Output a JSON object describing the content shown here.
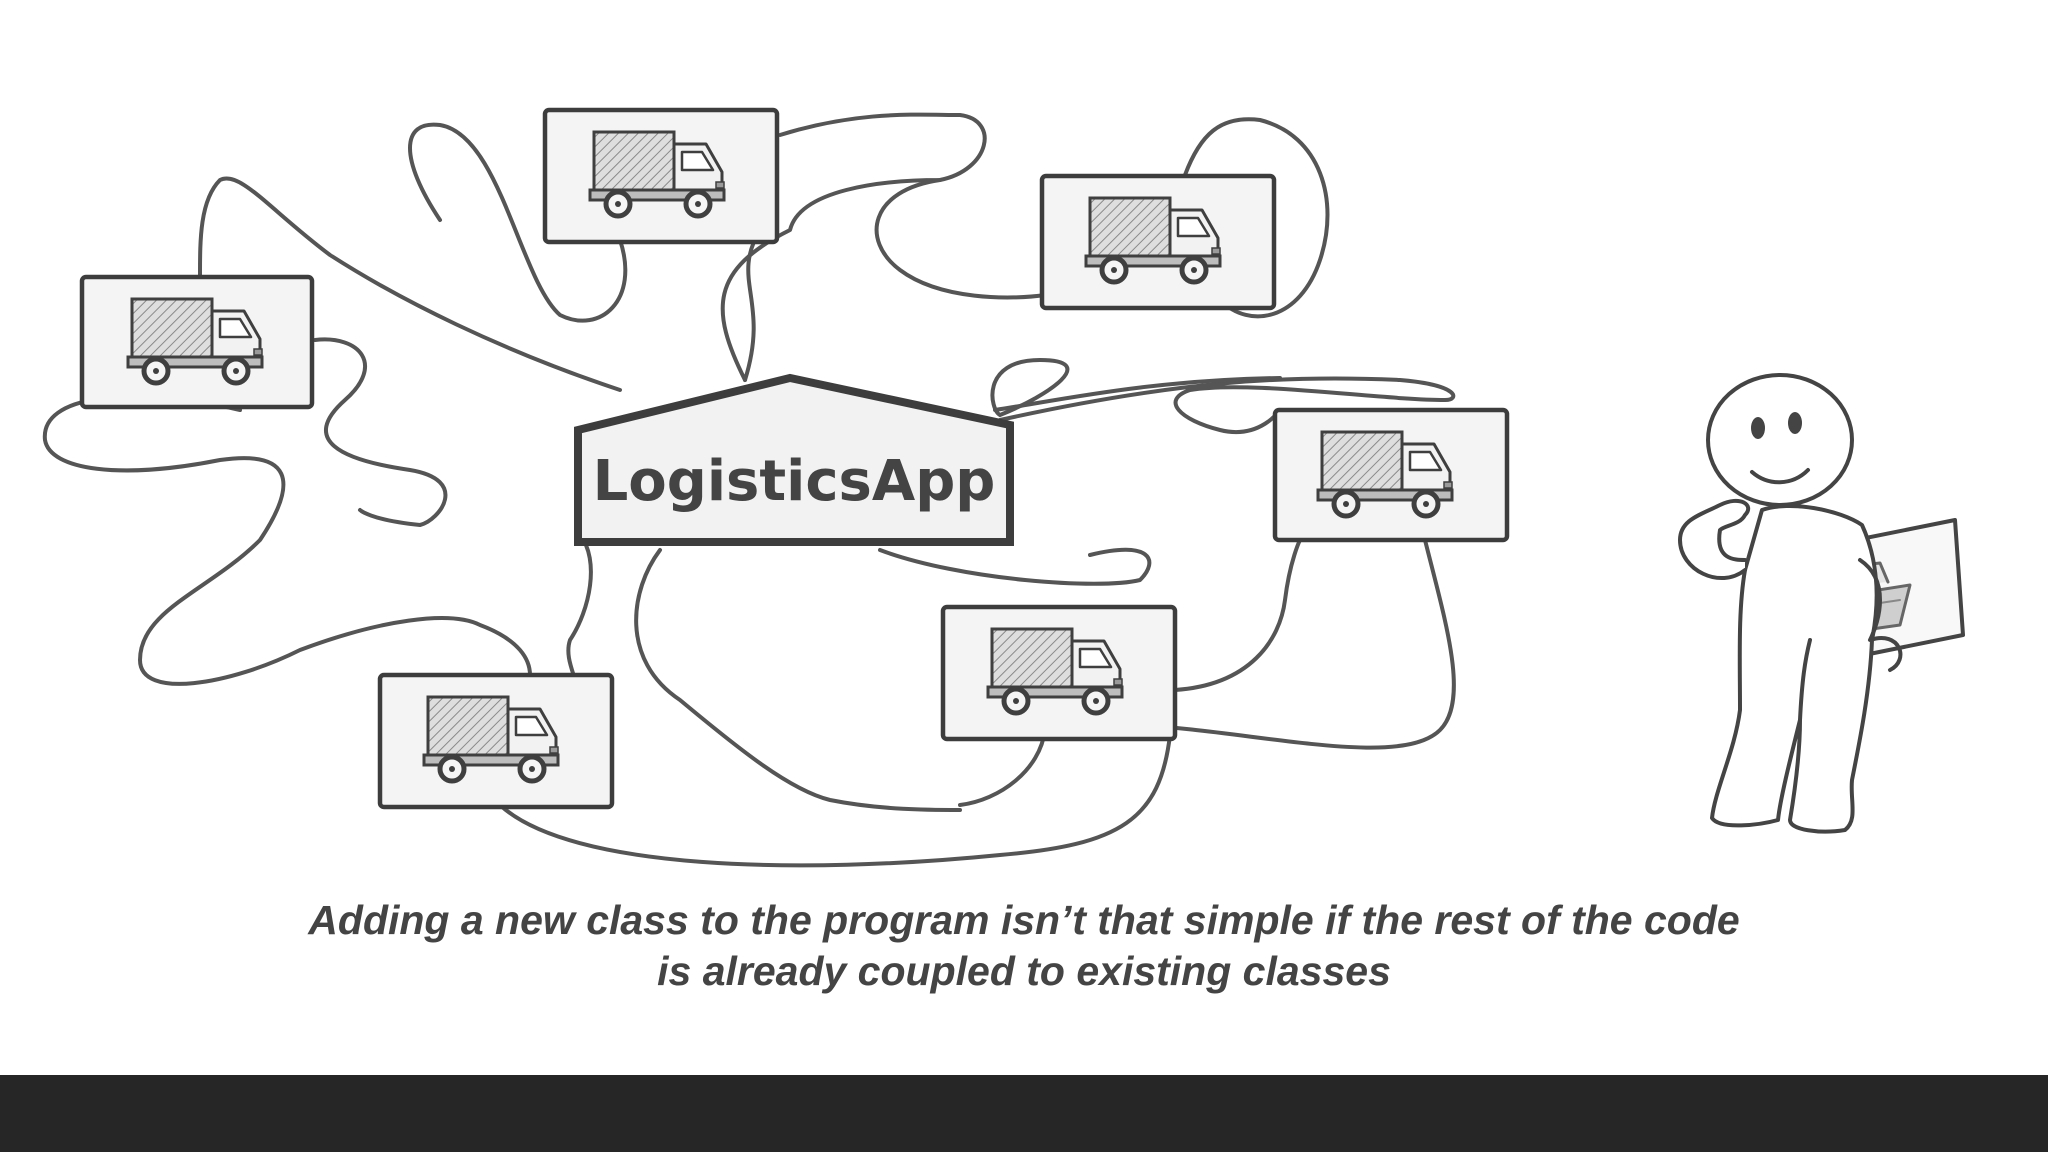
{
  "diagram": {
    "center_node": {
      "label": "LogisticsApp",
      "icon": "house-shaped-box"
    },
    "class_nodes": [
      {
        "icon": "truck-icon"
      },
      {
        "icon": "truck-icon"
      },
      {
        "icon": "truck-icon"
      },
      {
        "icon": "truck-icon"
      },
      {
        "icon": "truck-icon"
      },
      {
        "icon": "truck-icon"
      }
    ],
    "character": {
      "icon": "thinking-figure-holding-ship-picture"
    },
    "colors": {
      "line": "#555555",
      "card_fill": "#f4f4f4",
      "caption_text": "#444444",
      "footer_bar": "#262626"
    }
  },
  "caption": {
    "line1": "Adding a new class to the program isn’t that simple if the rest of the code",
    "line2": "is already coupled to existing classes"
  }
}
